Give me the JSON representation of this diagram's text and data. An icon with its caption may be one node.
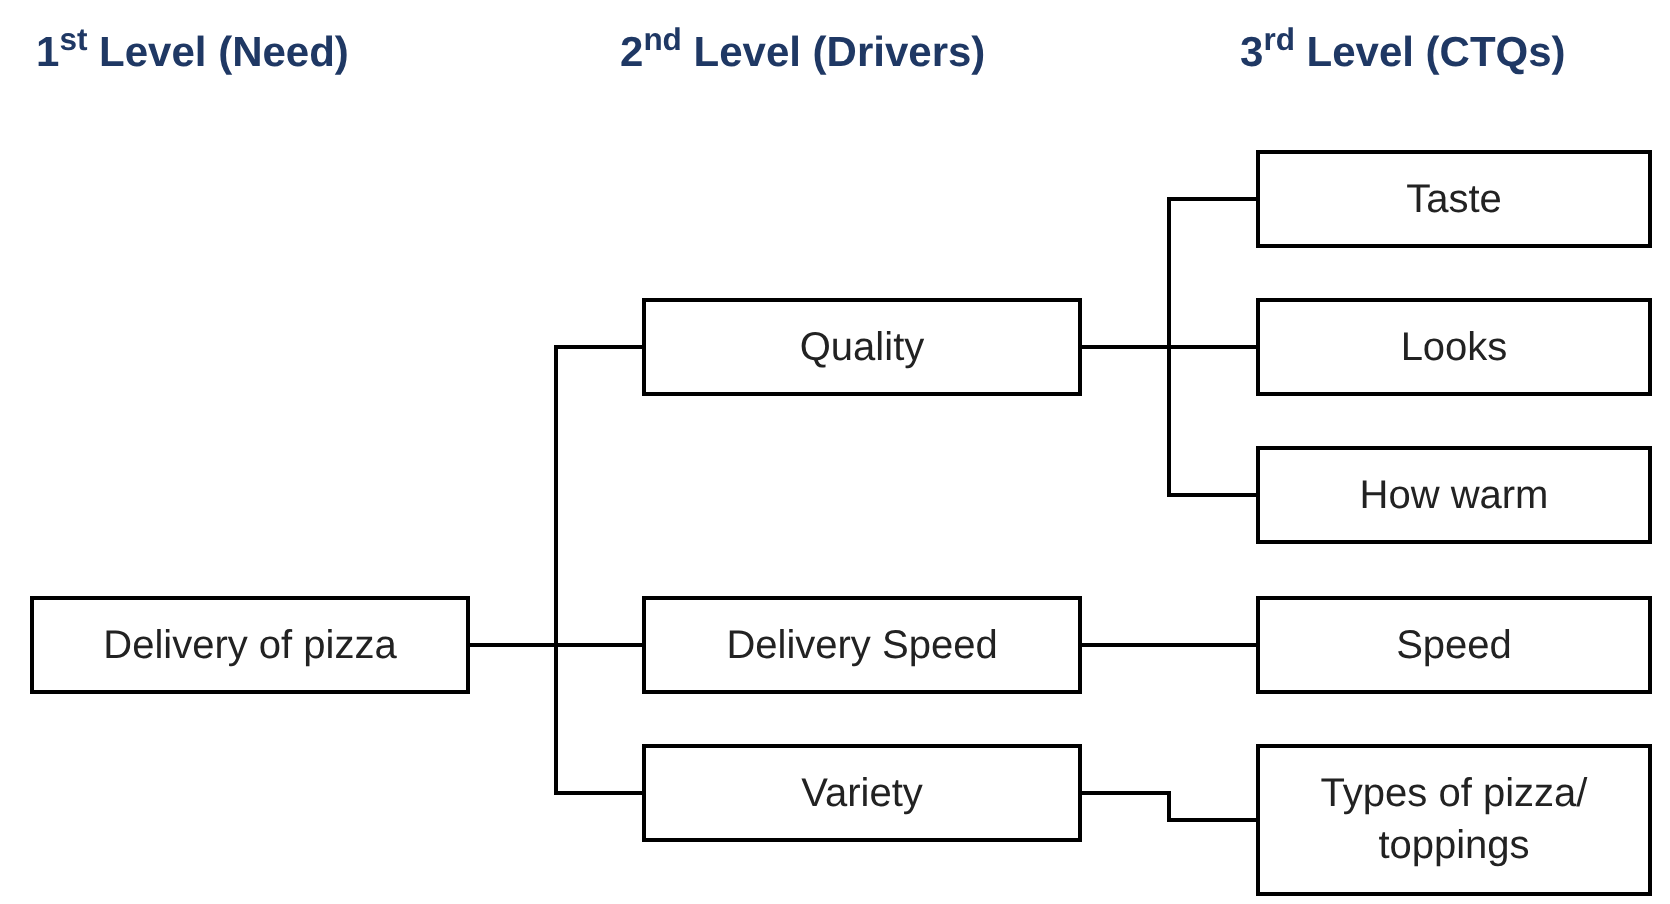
{
  "diagram": {
    "nodes": [
      {
        "text": [
          "Delivery of pizza"
        ]
      },
      {
        "text": [
          "Quality"
        ]
      },
      {
        "text": [
          "Delivery Speed"
        ]
      },
      {
        "text": [
          "Variety"
        ]
      },
      {
        "text": [
          "Taste"
        ]
      },
      {
        "text": [
          "Looks"
        ]
      },
      {
        "text": [
          "How warm"
        ]
      },
      {
        "text": [
          "Speed"
        ]
      },
      {
        "text": [
          "Types of pizza/ toppings"
        ]
      }
    ],
    "edges": [
      {
        "from": 0,
        "to": 1,
        "arrow": "none"
      },
      {
        "from": 0,
        "to": 2,
        "arrow": "none"
      },
      {
        "from": 0,
        "to": 3,
        "arrow": "none"
      },
      {
        "from": 1,
        "to": 4,
        "arrow": "none"
      },
      {
        "from": 1,
        "to": 5,
        "arrow": "none"
      },
      {
        "from": 1,
        "to": 6,
        "arrow": "none"
      },
      {
        "from": 2,
        "to": 7,
        "arrow": "none"
      },
      {
        "from": 3,
        "to": 8,
        "arrow": "none"
      }
    ],
    "labels": [
      "1$^{st}$ Level (Need)",
      "2$^{nd}$ Level (Drivers)",
      "3$^{rd}$ Level (CTQs)"
    ]
  }
}
